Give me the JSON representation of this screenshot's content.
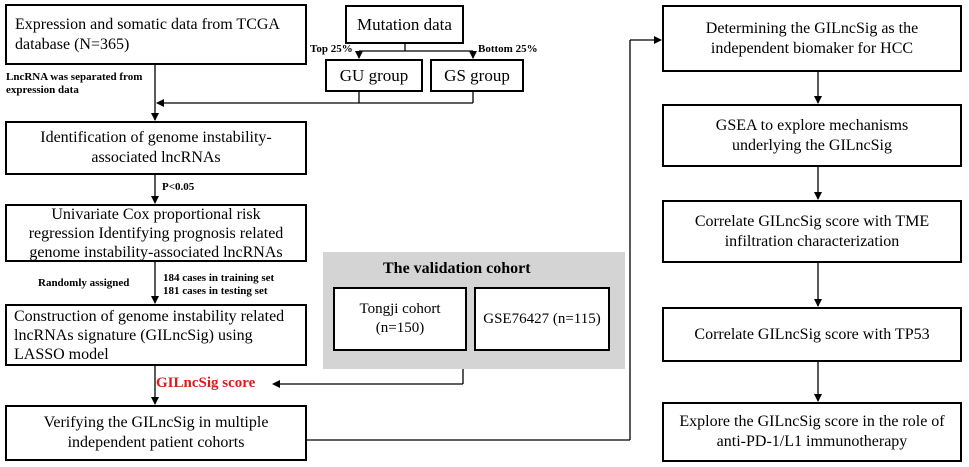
{
  "left_flow": {
    "tcga_box": "Expression and somatic data from TCGA database (N=365)",
    "lncrna_note": "LncRNA was separated from expression data",
    "identification_box": "Identification of genome instability-associated lncRNAs",
    "p_label": "P<0.05",
    "univariate_box": "Univariate Cox proportional risk regression Identifying prognosis related genome instability-associated lncRNAs",
    "randomly_label": "Randomly assigned",
    "training_label": "184 cases in training set",
    "testing_label": "181 cases in testing set",
    "construction_box": "Construction of genome instability related lncRNAs signature (GILncSig) using LASSO model",
    "score_label": "GILncSig score",
    "verifying_box": "Verifying the GILncSig in multiple independent patient cohorts"
  },
  "mutation": {
    "mutation_box": "Mutation data",
    "top_label": "Top 25%",
    "bottom_label": "Bottom 25%",
    "gu_box": "GU group",
    "gs_box": "GS group"
  },
  "validation": {
    "title": "The validation cohort",
    "tongji_box": "Tongji cohort (n=150)",
    "gse_box": "GSE76427 (n=115)"
  },
  "right_flow": {
    "determining_box": "Determining the GILncSig as the independent biomaker for HCC",
    "gsea_box": "GSEA to explore mechanisms underlying the GILncSig",
    "tme_box": "Correlate GILncSig score with TME infiltration characterization",
    "tp53_box": "Correlate GILncSig score with TP53",
    "explore_box": "Explore the GILncSig score in the role of anti-PD-1/L1 immunotherapy"
  },
  "colors": {
    "score": "#e01a1a",
    "panel": "#d4d4d4"
  }
}
